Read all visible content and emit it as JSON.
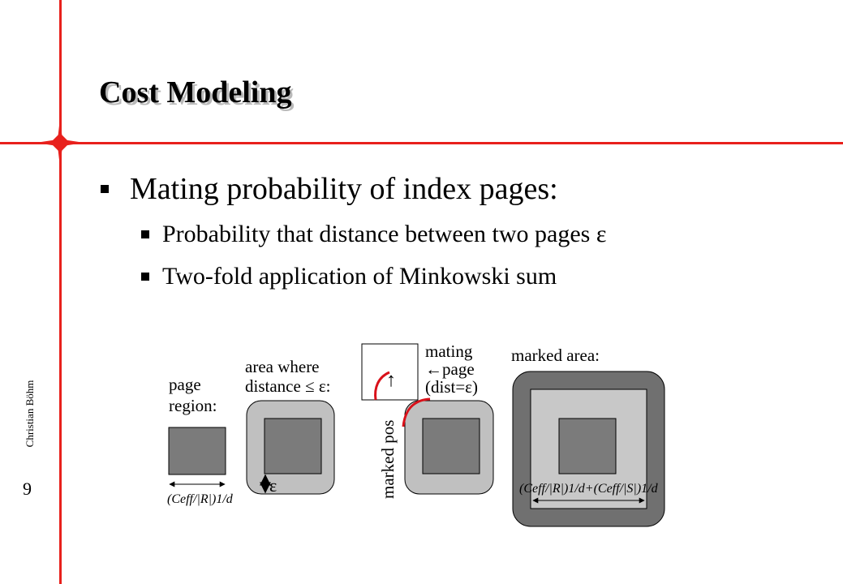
{
  "slide": {
    "title": "Cost Modeling",
    "author": "Christian Böhm",
    "page_number": "9",
    "accent_color": "#e8201c",
    "bullets": [
      {
        "level": 1,
        "text": "Mating probability of index pages:"
      },
      {
        "level": 2,
        "text": "Probability that distance between two pages  ε"
      },
      {
        "level": 2,
        "text": "Two-fold application of Minkowski sum"
      }
    ]
  },
  "diagram": {
    "labels": {
      "page_region": [
        "page",
        "region:"
      ],
      "area_where": [
        "area where",
        "distance ≤ ε:"
      ],
      "mating": [
        "mating",
        "←page",
        "(dist=ε)"
      ],
      "marked_area": "marked area:",
      "marked_pos": "marked pos",
      "arrow": "↑",
      "epsilon": "ε",
      "formula_1": "(Ceff/|R|)1/d",
      "formula_2": "(Ceff/|R|)1/d+(Ceff/|S|)1/d"
    },
    "colors": {
      "dark_gray": "#7b7b7b",
      "light_gray": "#c0c0c0",
      "outer_gray": "#707070",
      "red": "#d9111a"
    }
  }
}
